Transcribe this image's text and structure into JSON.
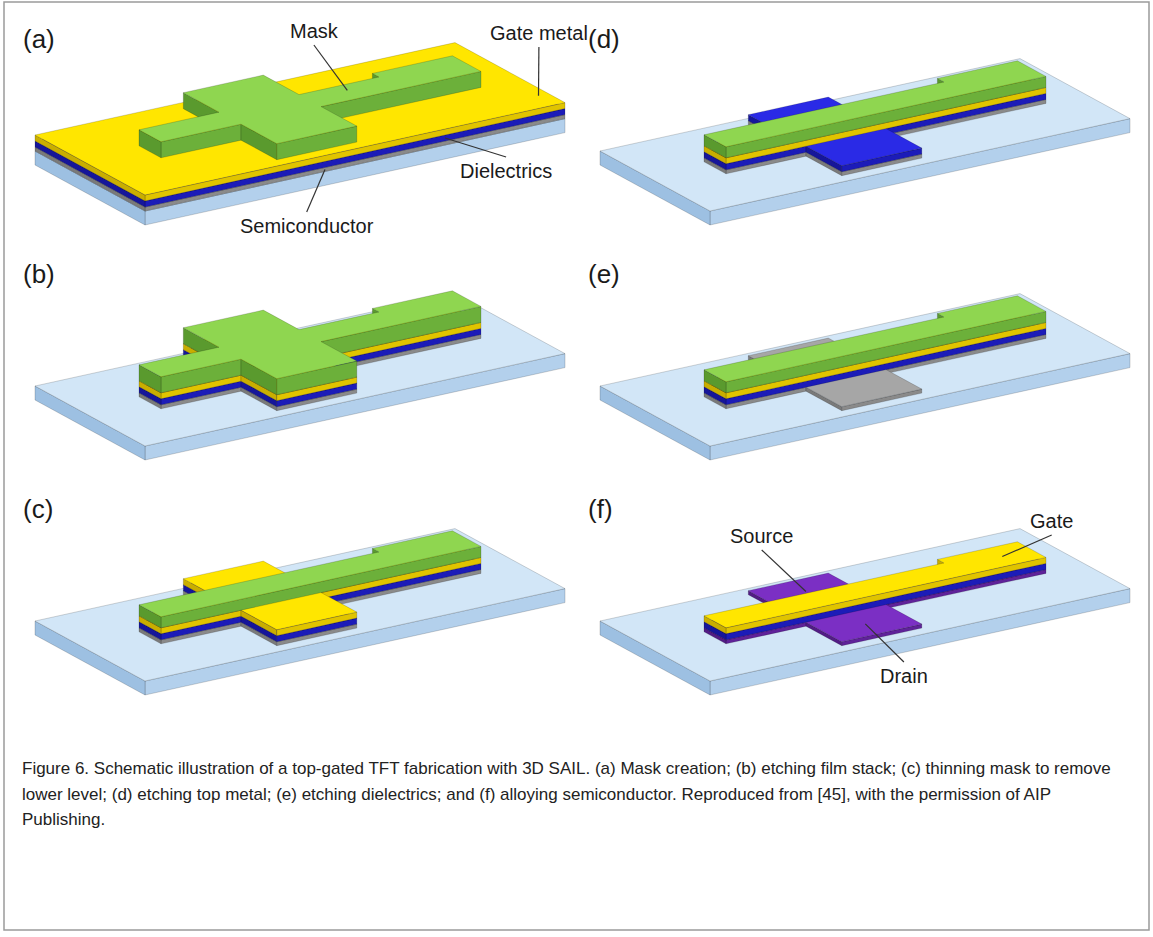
{
  "diagram": {
    "caption": "Figure 6. Schematic illustration of a top-gated TFT fabrication with 3D SAIL. (a) Mask creation; (b) etching film stack; (c) thinning mask to remove lower level; (d) etching top metal; (e) etching dielectrics; and (f) alloying semiconductor. Reproduced from [45], with the permission of AIP Publishing.",
    "labels": [
      "(a)",
      "Mask",
      "Gate metal",
      "Dielectrics",
      "Semiconductor",
      "(b)",
      "(c)",
      "(d)",
      "(e)",
      "(f)",
      "Source",
      "Gate",
      "Drain"
    ]
  }
}
